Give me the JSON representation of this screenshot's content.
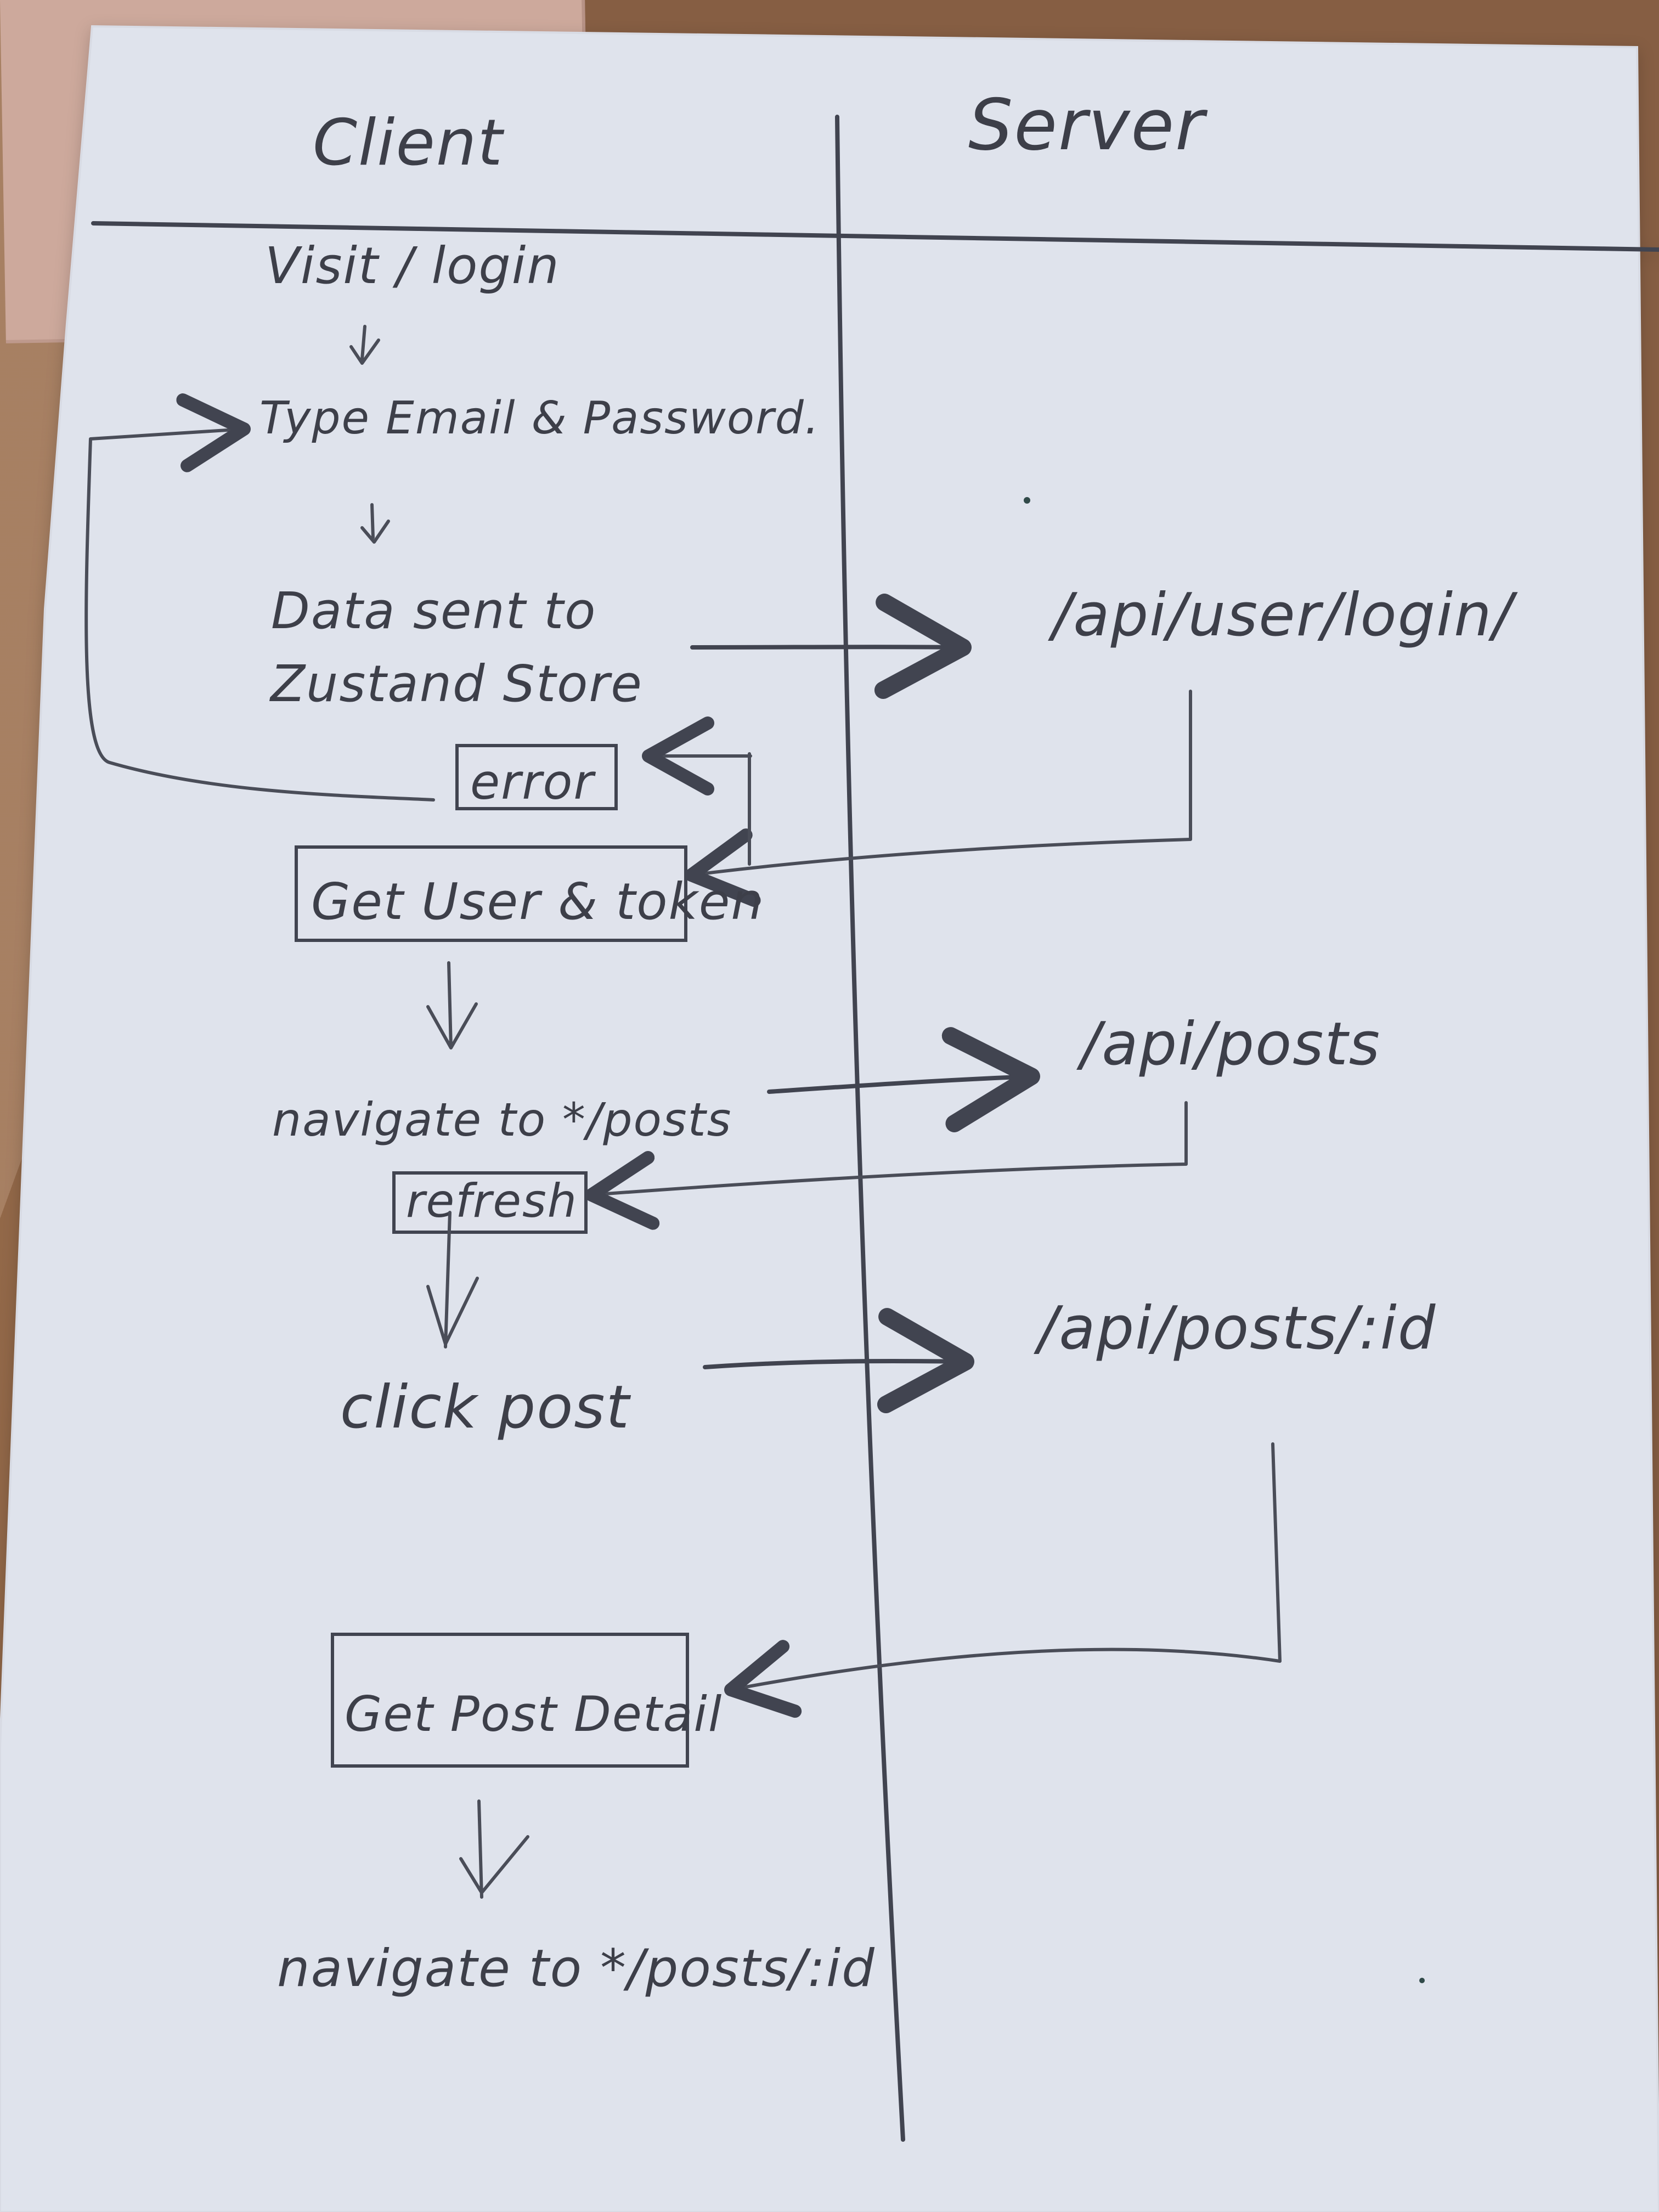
{
  "diagram": {
    "columns": {
      "client": "Client",
      "server": "Server"
    },
    "client_steps": {
      "visit_login": "Visit / login",
      "type_credentials": "Type Email & Password.",
      "data_sent_line_1": "Data sent to",
      "data_sent_line_2": "Zustand Store",
      "error": "error",
      "get_user_token": "Get User & token",
      "navigate_posts": "navigate to */posts",
      "refresh": "refresh",
      "click_post": "click post",
      "get_post_detail": "Get Post Detail",
      "navigate_post_detail": "navigate to */posts/:id"
    },
    "server_endpoints": {
      "login": "/api/user/login/",
      "posts": "/api/posts",
      "post_detail": "/api/posts/:id"
    }
  }
}
